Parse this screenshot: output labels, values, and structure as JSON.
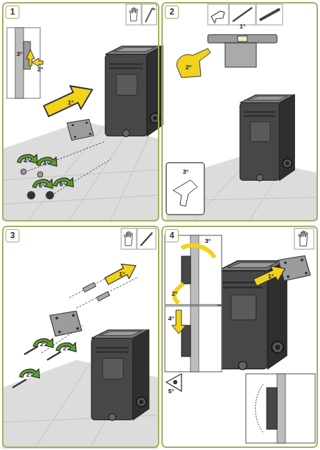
{
  "diagram": {
    "nodes": [
      {
        "text": [
          "1"
        ]
      },
      {
        "text": [
          "2"
        ]
      },
      {
        "text": [
          "3"
        ]
      },
      {
        "text": [
          "4"
        ]
      }
    ],
    "labels": [
      "1°",
      "3°",
      "2°",
      "4°",
      "4°",
      "6°",
      "6°",
      "1°",
      "2°",
      "3°",
      "1°",
      "2°",
      "2°",
      "2°",
      "1°",
      "3°",
      "2°",
      "4°",
      "5°"
    ]
  }
}
